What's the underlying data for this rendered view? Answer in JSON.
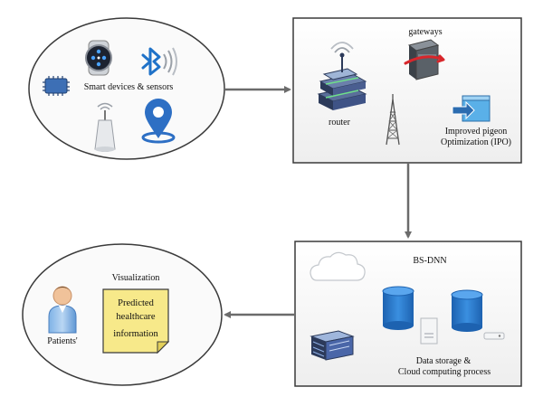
{
  "sensors": {
    "label": "Smart devices & sensors"
  },
  "network": {
    "gateways_label": "gateways",
    "router_label": "router",
    "ipo_line1": "Improved pigeon",
    "ipo_line2": "Optimization (IPO)"
  },
  "cloud": {
    "model_label": "BS-DNN",
    "storage_line1": "Data storage &",
    "storage_line2": "Cloud computing process"
  },
  "output": {
    "visualization_label": "Visualization",
    "patients_label": "Patients'",
    "note_line1": "Predicted",
    "note_line2": "healthcare",
    "note_line3": "information"
  },
  "colors": {
    "stroke": "#3a3a3a",
    "arrow": "#6b6b6b",
    "note_fill": "#f7e98a",
    "db_fill": "#2f7fd0",
    "pin_fill": "#2d6fc4",
    "bluetooth": "#1f72c8"
  }
}
